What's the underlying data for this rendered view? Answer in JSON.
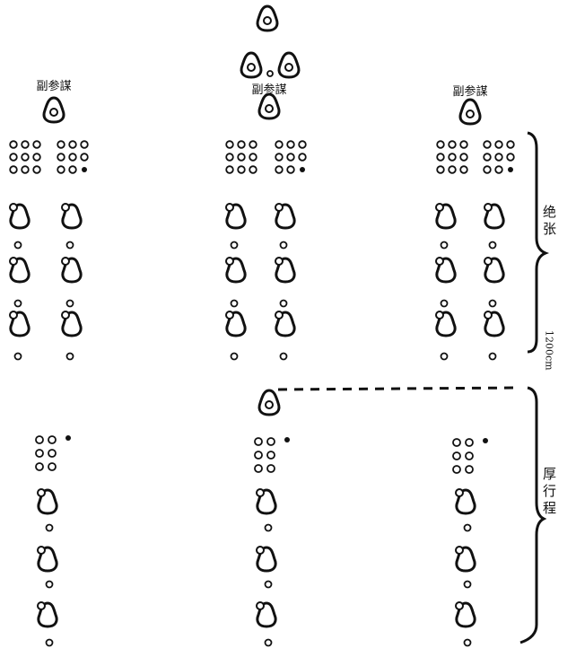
{
  "labels": {
    "left_officer": "副参謀",
    "center_officer": "副参謀",
    "right_officer": "副参謀",
    "brace_upper": "绝张",
    "brace_gap": "1200cm",
    "brace_lower": "厚行程"
  },
  "colors": {
    "ink": "#111111",
    "paper": "#ffffff"
  },
  "icons": {
    "commander": "pear-shaped-marker",
    "soldier": "ring-marker",
    "unit": "pear-with-ring-marker"
  }
}
